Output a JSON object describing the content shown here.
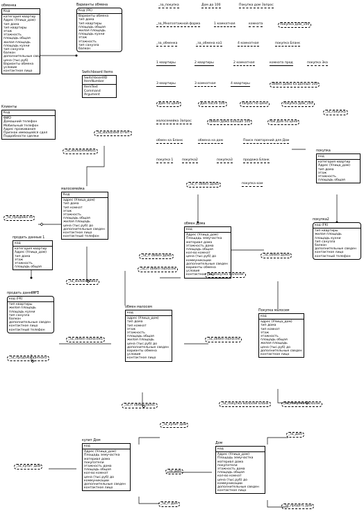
{
  "entities": {
    "obmenka": {
      "title": "обменка",
      "pk": [
        "Код"
      ],
      "fields": [
        "категория квартир",
        "Адрес (Улица_дом)",
        "тип дома",
        "тип квартиры",
        "этаж",
        "этажность",
        "площадь общая",
        "жилая площадь",
        "площадь кухни",
        "тип санузла",
        "балкон",
        "дополнительные сведен",
        "цена (тыс.руб)",
        "Варианты обмена",
        "условие",
        "контактное лицо"
      ]
    },
    "variants": {
      "title": "Варианты обмена",
      "pk": [
        "Код (FK)"
      ],
      "fields": [
        "Варианты обмена",
        "тип дома",
        "тип квартиры",
        "площадь общая",
        "жилая площадь",
        "площадь кухни",
        "этаж",
        "этажность",
        "тип санузла",
        "балкон"
      ]
    },
    "switchboard": {
      "title": "Switchboard Items",
      "pk": [
        "SwitchboardID",
        "ItemNumber"
      ],
      "fields": [
        "ItemText",
        "Command",
        "Argument"
      ]
    },
    "clients": {
      "title": "Клиенты",
      "pk": [
        "Код"
      ],
      "fields": [
        "ФИО",
        "Домашний телефон",
        "Мобильный телефон",
        "Адрес проживания",
        "Признак имеющейся сдел",
        "Подробности сделки"
      ]
    },
    "malosemeyka": {
      "title": "малосемейка",
      "pk": [
        "Код"
      ],
      "fields": [
        "адрес (Улица_дом)",
        "тип дома",
        "тип комнат",
        "этаж",
        "этажность",
        "площадь общая",
        "жилая площадь",
        "цена (тыс.руб) до",
        "дополнительные сведен",
        "контактное лицо",
        "контактный телефон"
      ]
    },
    "prodazh1": {
      "title": "продать данные 1",
      "pk": [
        "код"
      ],
      "fields": [
        "категория квартир",
        "Адрес (Улица_дом)",
        "тип дома",
        "этаж",
        "этажность",
        "площадь общая"
      ]
    },
    "prodazh2": {
      "title": "продать данные 2",
      "pk": [
        "код (FK)"
      ],
      "fields": [
        "тип квартиры",
        "жилая площадь",
        "площадь кухни",
        "тип санузла",
        "балкон",
        "дополнительные сведен",
        "контактное лицо",
        "контактный телефон"
      ]
    },
    "obmenDoma": {
      "title": "обмен Дома",
      "pk": [
        "код"
      ],
      "fields": [
        "Адрес (Улица_дом)",
        "Площадь земучастка",
        "материал дома",
        "этажность дома",
        "площадь общая",
        "кол-во комнат",
        "цена (тыс.руб) до",
        "коммуникации",
        "дополнительные сведен",
        "варианты обмена",
        "условия",
        "контактное лицо"
      ]
    },
    "obmenMalosem": {
      "title": "обмен малосем",
      "pk": [
        "код"
      ],
      "fields": [
        "адрес (Улица_дом)",
        "тип дома",
        "тип комнат",
        "этаж",
        "этажность",
        "площадь общая",
        "жилая площадь",
        "цена (тыс.руб) до",
        "дополнительные сведен",
        "варианты обмена",
        "условия",
        "контактное лицо"
      ]
    },
    "pokupkaMalosem": {
      "title": "Покупка малосем",
      "pk": [
        "код"
      ],
      "fields": [
        "адрес (Улица_дом)",
        "тип дома",
        "тип комнат",
        "этаж",
        "этажность",
        "площадь общая",
        "жилая площадь",
        "цена (тыс.руб) до",
        "дополнительные сведен",
        "контактное лицо"
      ]
    },
    "pokupka": {
      "title": "покупка",
      "pk": [
        "код"
      ],
      "fields": [
        "категория квартир",
        "Адрес (Улица_дом)",
        "тип дома",
        "этаж",
        "этажность",
        "площадь общая"
      ]
    },
    "pokupka2": {
      "title": "покупка2",
      "pk": [
        "код (FK)"
      ],
      "fields": [
        "тип квартиры",
        "жилая площадь",
        "площадь кухни",
        "тип санузла",
        "балкон",
        "дополнительные сведен",
        "контактное лицо",
        "контактный телефон"
      ]
    },
    "kupitDom": {
      "title": "купит Дом",
      "pk": [
        "код"
      ],
      "fields": [
        "Адрес (Улица_дом)",
        "Площадь земучастка",
        "материал дома",
        "покупатели",
        "этажность дома",
        "площадь общая",
        "кол-во комнат",
        "цена (тыс.руб) до",
        "коммуникации",
        "дополнительные сведен",
        "контактное лицо"
      ]
    },
    "dom": {
      "title": "Дом",
      "pk": [
        "код"
      ],
      "fields": [
        "Адрес (Улица_дом)",
        "Площадь земучастка",
        "материал дома",
        "покупатели",
        "этажность дома",
        "площадь общая",
        "кол-во комнат",
        "цена (тыс.руб) до",
        "коммуникации",
        "дополнительные сведен",
        "контактное лицо"
      ]
    }
  },
  "queries": [
    "_за_покупка",
    "Дом до 100",
    "Покупка дом Запрос",
    "_за_Многоэтажной форма",
    "1 комнатная",
    "комната",
    "покупка Дом_100",
    "_за_обменка",
    "_за_обмена ка1",
    "4 комнатная",
    "покупка Бланк",
    "1 квартиры",
    "2 квартиры",
    "2 комнатная",
    "комната прод",
    "покупка 3ка",
    "3 квартиры",
    "3 комнатная",
    "4 квартиры",
    "обмен Дома ка данные 100",
    "Дом по цене",
    "Дом после 100",
    "запрос по цене",
    "покупка Дом_100",
    "малосемейка Запрос",
    "обмен Дома Больше 100",
    "пок Дом по цене",
    "_за_покупка",
    "_за_малосемя отчет",
    "обмен ка Бланк",
    "обмена на дом",
    "Поиск повторений для Дом",
    "_за_малосемейка1",
    "покупка 1",
    "покупка2",
    "покупка3",
    "продажа Бланк",
    "_за_fr обмен Дома",
    "покупка ком",
    "_за_Продажа ло",
    "_за_fr обмен Дома",
    "_за_обмен Дома",
    "_за_малосемейка",
    "_за_fr обмен малосем",
    "_за_Покупка малосем",
    "_за_обмен малосем1",
    "_за_обмен малосем",
    "_за_Продажа данные2",
    "_за_Покупка малосем Бланк",
    "_за_Покупка малосем",
    "_за_fr обмен малос",
    "_за_купит Дом",
    "_за_Дом",
    "_за_купит Дом",
    "_за_Дом",
    "_за_fr Дом",
    "_за_продать Дом",
    "_за_купить Дом",
    "_за_Продажа Дом"
  ]
}
